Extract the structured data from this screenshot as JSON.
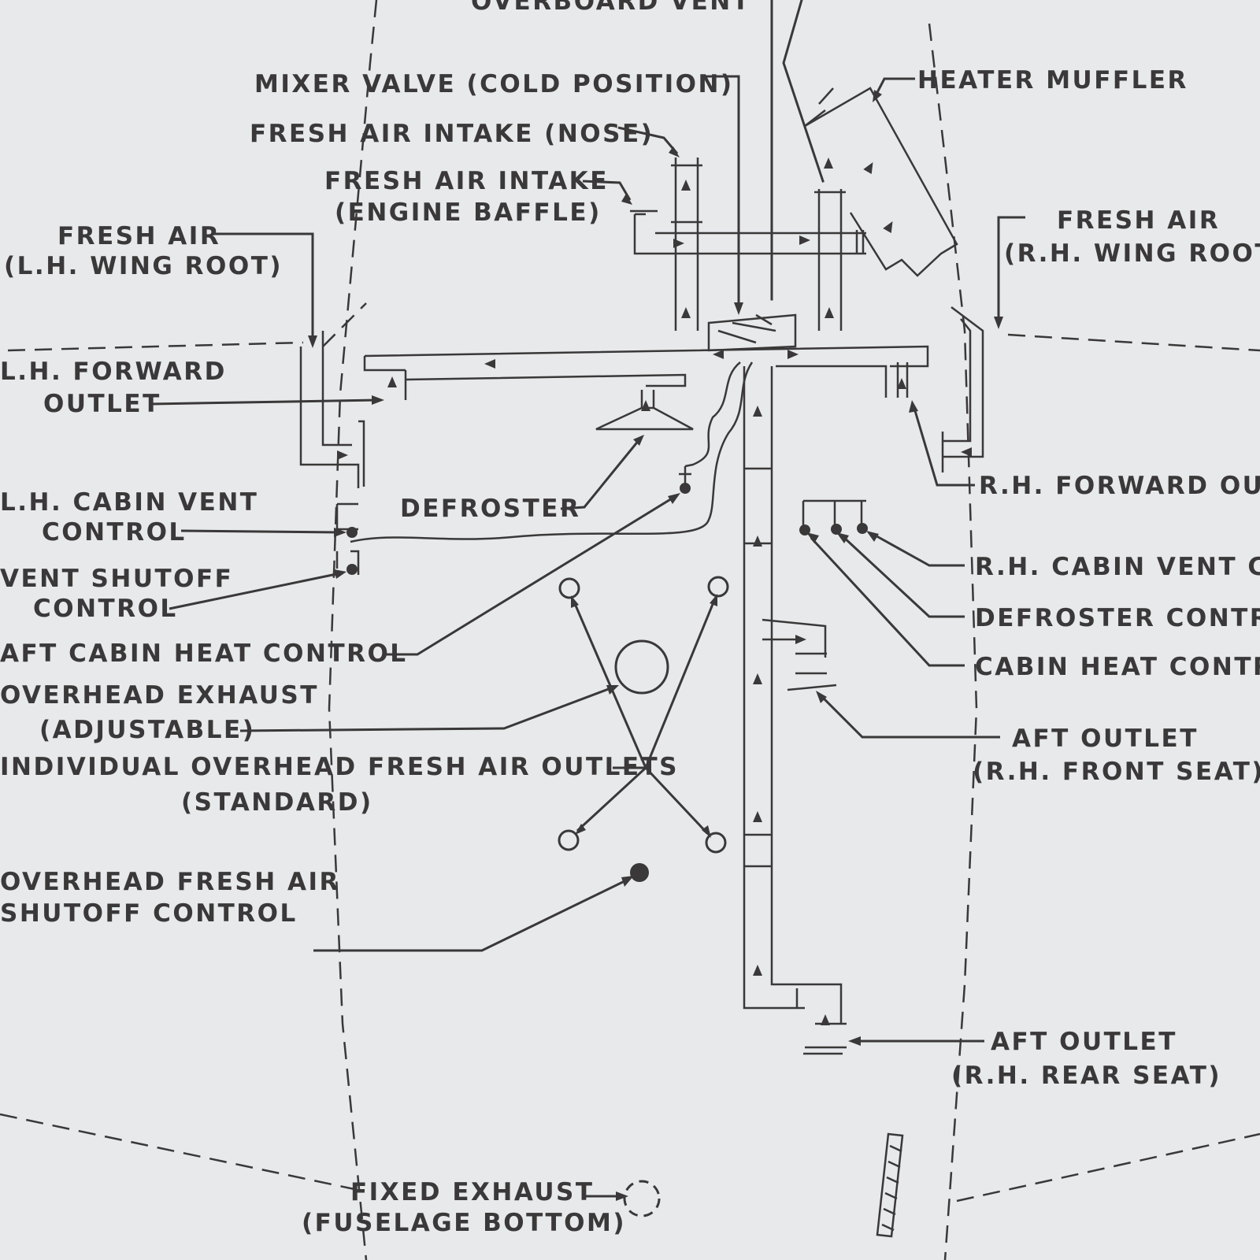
{
  "labels": {
    "overboard_vent": "OVERBOARD VENT",
    "mixer_valve": "MIXER VALVE (COLD POSITION)",
    "fresh_air_intake_nose": "FRESH AIR INTAKE (NOSE)",
    "fresh_air_intake_l1": "FRESH AIR INTAKE",
    "fresh_air_intake_l2": "(ENGINE BAFFLE)",
    "heater_muffler": "HEATER MUFFLER",
    "fresh_air_lh_l1": "FRESH AIR",
    "fresh_air_lh_l2": "(L.H. WING ROOT)",
    "fresh_air_rh_l1": "FRESH AIR",
    "fresh_air_rh_l2": "(R.H. WING ROOT)",
    "lh_forward_outlet_l1": "L.H. FORWARD",
    "lh_forward_outlet_l2": "OUTLET",
    "rh_forward_outlet": "R.H. FORWARD OUTLET",
    "lh_cabin_vent_l1": "L.H. CABIN VENT",
    "lh_cabin_vent_l2": "CONTROL",
    "defroster": "DEFROSTER",
    "vent_shutoff_l1": "VENT SHUTOFF",
    "vent_shutoff_l2": "CONTROL",
    "rh_cabin_vent": "R.H. CABIN VENT CONTROL",
    "defroster_control": "DEFROSTER CONTROL",
    "cabin_heat_control": "CABIN HEAT CONTROL",
    "aft_cabin_heat": "AFT CABIN HEAT CONTROL",
    "overhead_exhaust_l1": "OVERHEAD EXHAUST",
    "overhead_exhaust_l2": "(ADJUSTABLE)",
    "aft_outlet_front_l1": "AFT OUTLET",
    "aft_outlet_front_l2": "(R.H. FRONT SEAT)",
    "individual_outlets_l1": "INDIVIDUAL OVERHEAD FRESH AIR OUTLETS",
    "individual_outlets_l2": "(STANDARD)",
    "overhead_shutoff_l1": "OVERHEAD FRESH AIR",
    "overhead_shutoff_l2": "SHUTOFF CONTROL",
    "aft_outlet_rear_l1": "AFT OUTLET",
    "aft_outlet_rear_l2": "(R.H. REAR SEAT)",
    "fixed_exhaust_l1": "FIXED EXHAUST",
    "fixed_exhaust_l2": "(FUSELAGE BOTTOM)"
  }
}
